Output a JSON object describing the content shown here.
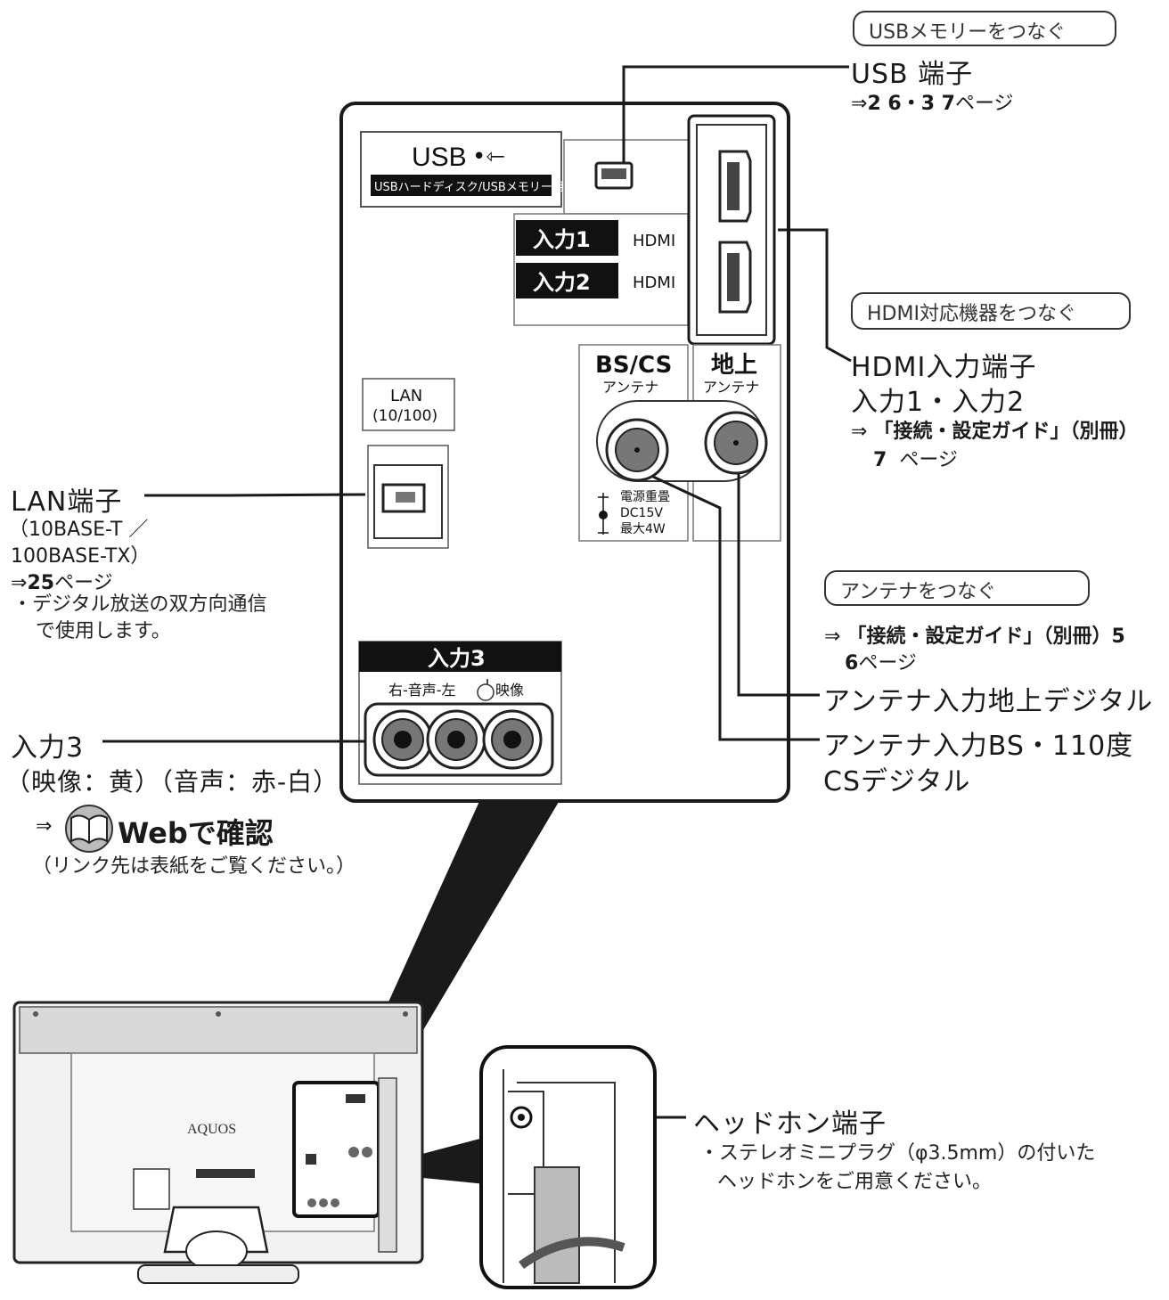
{
  "callouts": {
    "usb": {
      "pill": "USBメモリーをつなぐ",
      "title": "USB 端子",
      "ref_prefix": "⇒",
      "ref_pages": "2 6・3 7",
      "ref_suffix": "ページ"
    },
    "hdmi": {
      "pill": "HDMI対応機器をつなぐ",
      "title1": "HDMI入力端子",
      "title2": "入力1・入力2",
      "ref_prefix": "⇒",
      "ref_main": "「接続・設定ガイド」（別冊）",
      "ref_page": "7",
      "ref_suffix": "ページ"
    },
    "antenna": {
      "pill": "アンテナをつなぐ",
      "ref_prefix": "⇒",
      "ref_main": "「接続・設定ガイド」（別冊）5",
      "ref_page": "6",
      "ref_suffix": "ページ",
      "terrestrial": "アンテナ入力地上デジタル",
      "bs1": "アンテナ入力BS・110度",
      "bs2": "CSデジタル"
    },
    "lan": {
      "title": "LAN端子",
      "spec1": "（10BASE-T ／",
      "spec2": "100BASE-TX）",
      "ref_prefix": "⇒",
      "ref_page": "25",
      "ref_suffix": "ページ",
      "note1": "・デジタル放送の双方向通信",
      "note2": "で使用します。"
    },
    "input3": {
      "title": "入力3",
      "detail": "（映像：黄）（音声：赤-白）",
      "web_prefix": "⇒",
      "web_label": "Webで確認",
      "web_note": "（リンク先は表紙をご覧ください。）"
    },
    "headphone": {
      "title": "ヘッドホン端子",
      "note1": "・ステレオミニプラグ（φ3.5mm）の付いた",
      "note2": "ヘッドホンをご用意ください。"
    }
  },
  "panel": {
    "usb_logo": "USB",
    "usb_caption": "USBハードディスク/USBメモリー用",
    "input1": "入力1",
    "input2": "入力2",
    "hdmi": "HDMI",
    "lan": "LAN",
    "lan_speed": "(10/100)",
    "bscs": "BS/CS",
    "bscs_sub": "アンテナ",
    "terrestrial": "地上",
    "terrestrial_sub": "アンテナ",
    "power1": "電源重畳",
    "power2": "DC15V",
    "power3": "最大4W",
    "input3": "入力3",
    "audio": "右-音声-左",
    "video": "映像"
  },
  "tv": {
    "logo": "AQUOS"
  }
}
